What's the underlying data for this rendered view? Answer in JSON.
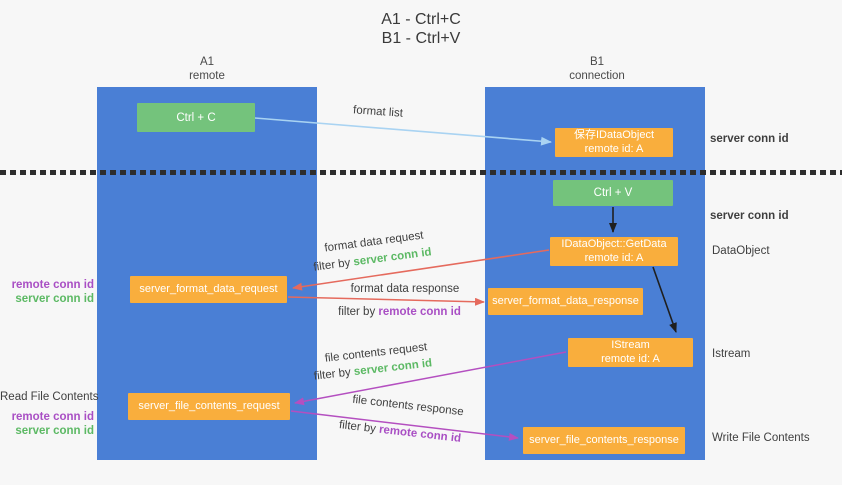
{
  "title": {
    "line1": "A1 - Ctrl+C",
    "line2": "B1 - Ctrl+V"
  },
  "lifelines": {
    "left": {
      "id": "A1",
      "role": "remote"
    },
    "right": {
      "id": "B1",
      "role": "connection"
    }
  },
  "boxes": {
    "ctrl_c": {
      "label": "Ctrl + C"
    },
    "ctrl_v": {
      "label": "Ctrl + V"
    },
    "save_idataobject": {
      "line1": "保存IDataObject",
      "line2": "remote id: A"
    },
    "idataobject_getdata": {
      "line1": "IDataObject::GetData",
      "line2": "remote id: A"
    },
    "istream": {
      "line1": "IStream",
      "line2": "remote id: A"
    },
    "server_format_data_request": {
      "label": "server_format_data_request"
    },
    "server_format_data_response": {
      "label": "server_format_data_response"
    },
    "server_file_contents_request": {
      "label": "server_file_contents_request"
    },
    "server_file_contents_response": {
      "label": "server_file_contents_response"
    }
  },
  "arrow_labels": {
    "format_list": "format list",
    "format_data_request": "format data request",
    "format_data_response": "format data response",
    "file_contents_request": "file contents request",
    "file_contents_response": "file contents response",
    "filter_by": "filter by"
  },
  "side_labels": {
    "server_conn_id": "server conn id",
    "remote_conn_id": "remote conn id",
    "dataobject": "DataObject",
    "istream": "Istream",
    "read_file_contents": "Read File Contents",
    "write_file_contents": "Write File Contents"
  },
  "colors": {
    "lifeline_blue": "#4a7fd5",
    "box_green": "#74c37c",
    "box_orange": "#f9ae3d",
    "arrow_red": "#e56a5d",
    "arrow_magenta": "#b44fc0",
    "arrow_lightblue": "#a9d3f2",
    "arrow_black": "#1f1f1f",
    "text_green": "#5cb964",
    "text_purple": "#a94fc4",
    "text_dark": "#3f3f3f"
  }
}
